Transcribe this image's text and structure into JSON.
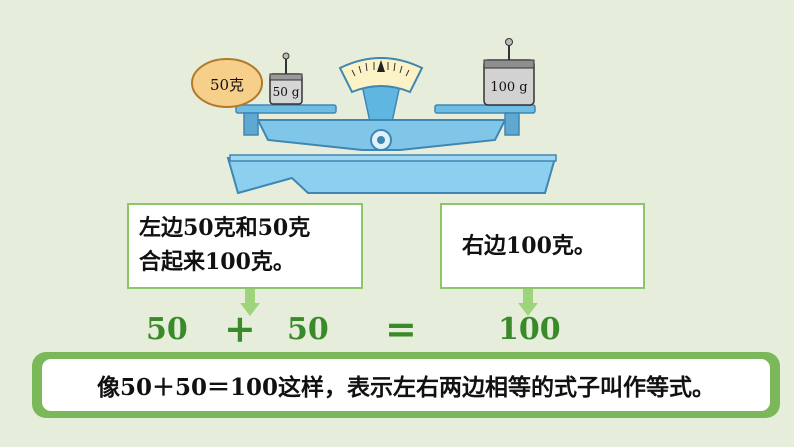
{
  "scale": {
    "egg_label": "50克",
    "small_weight_label": "50 g",
    "big_weight_label": "100 g"
  },
  "notes": {
    "left_line1": "左边50克和50克",
    "left_line2": "合起来100克。",
    "right": "右边100克。"
  },
  "equation": {
    "left_operand": "50",
    "operator": "+",
    "right_operand": "50",
    "equals": "=",
    "result": "100"
  },
  "definition": "像50＋50＝100这样，表示左右两边相等的式子叫作等式。",
  "colors": {
    "scale_blue": "#7fc6e8",
    "scale_dark": "#4a8fb8",
    "green_text": "#3a8a2a",
    "box_border": "#8cc56a",
    "egg": "#f6cf8a",
    "arrow": "#9fd57a"
  }
}
